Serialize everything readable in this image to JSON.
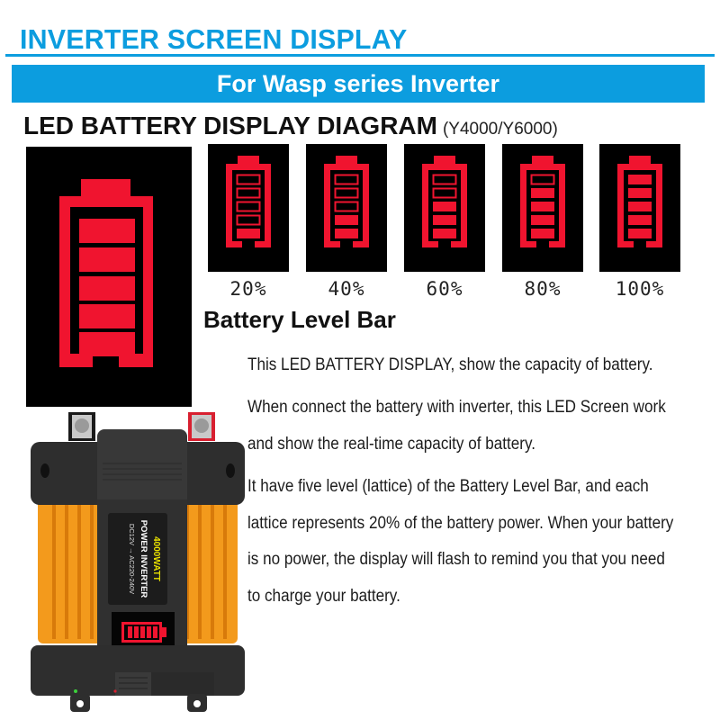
{
  "header": {
    "title": "INVERTER SCREEN DISPLAY",
    "subtitle": "For Wasp series Inverter"
  },
  "diagram": {
    "title": "LED BATTERY DISPLAY DIAGRAM",
    "models": "(Y4000/Y6000)",
    "level_bar_title": "Battery Level Bar",
    "levels": [
      {
        "label": "20%",
        "filled_segments": 1
      },
      {
        "label": "40%",
        "filled_segments": 2
      },
      {
        "label": "60%",
        "filled_segments": 3
      },
      {
        "label": "80%",
        "filled_segments": 4
      },
      {
        "label": "100%",
        "filled_segments": 5
      }
    ],
    "total_segments": 5
  },
  "description": {
    "paragraphs": [
      "This LED BATTERY DISPLAY, show the capacity of battery.",
      "When connect the battery with inverter, this LED Screen work",
      "and show the real-time capacity of battery.",
      "It have five level (lattice) of the Battery Level Bar, and each",
      "lattice represents 20% of the battery power. When your battery",
      "is no power, the display will flash to remind you that you need",
      "to charge your battery."
    ]
  },
  "product": {
    "wattage": "4000WATT",
    "name": "POWER INVERTER",
    "spec": "DC12V → AC220-240V"
  },
  "colors": {
    "accent_blue": "#0c9ddf",
    "led_red": "#f0142f",
    "body_orange": "#f39a1c",
    "housing_dark": "#2e2e2e"
  }
}
